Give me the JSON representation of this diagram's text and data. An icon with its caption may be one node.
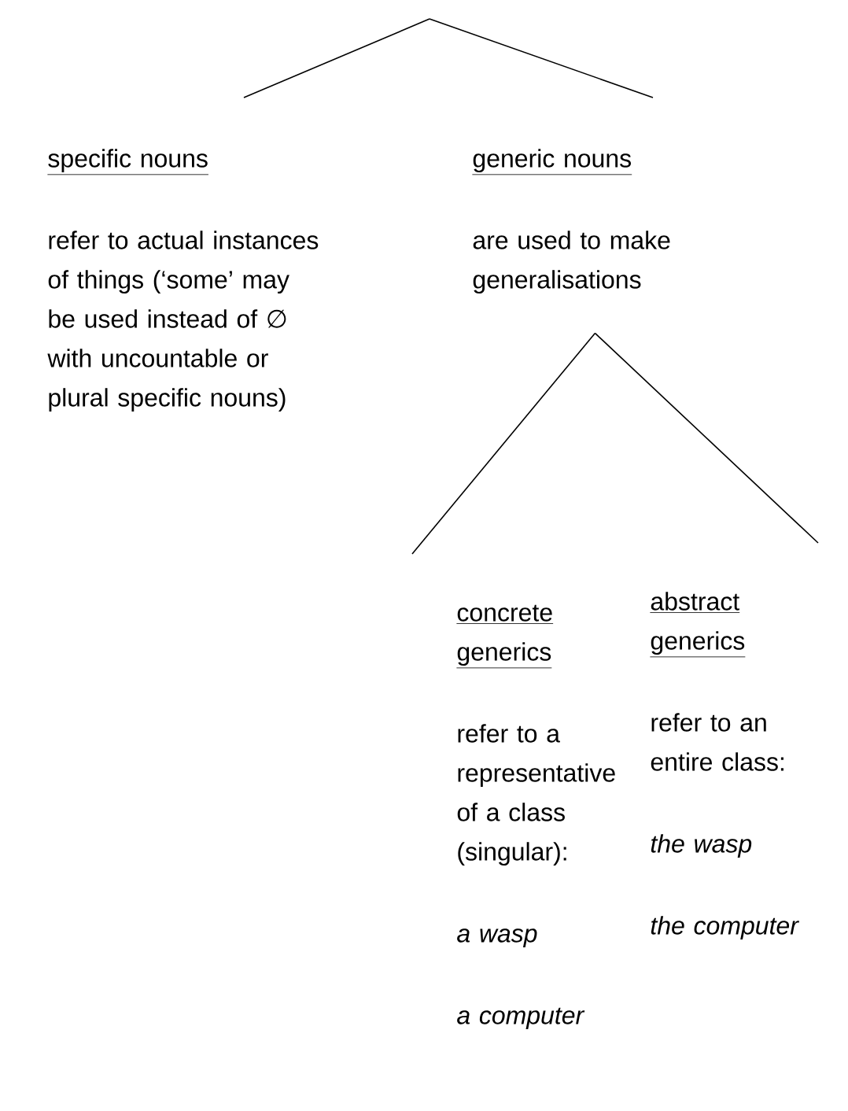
{
  "diagram": {
    "nodes": [
      {
        "text": [
          "specific nouns",
          "refer to actual instances of things (‘some’ may be used instead of ∅ with uncountable or plural specific nouns)"
        ]
      },
      {
        "text": [
          "generic nouns",
          "are used to make generalisations"
        ]
      },
      {
        "text": [
          "concrete generics",
          "refer to a representative of a class (singular):",
          "a wasp",
          "a computer"
        ]
      },
      {
        "text": [
          "abstract generics",
          "refer to an entire class:",
          "the wasp",
          "the computer"
        ]
      }
    ],
    "edges": [
      {
        "from": null,
        "to": 0,
        "arrow": "none"
      },
      {
        "from": null,
        "to": 1,
        "arrow": "none"
      },
      {
        "from": 1,
        "to": 2,
        "arrow": "none"
      },
      {
        "from": 1,
        "to": 3,
        "arrow": "none"
      }
    ]
  }
}
